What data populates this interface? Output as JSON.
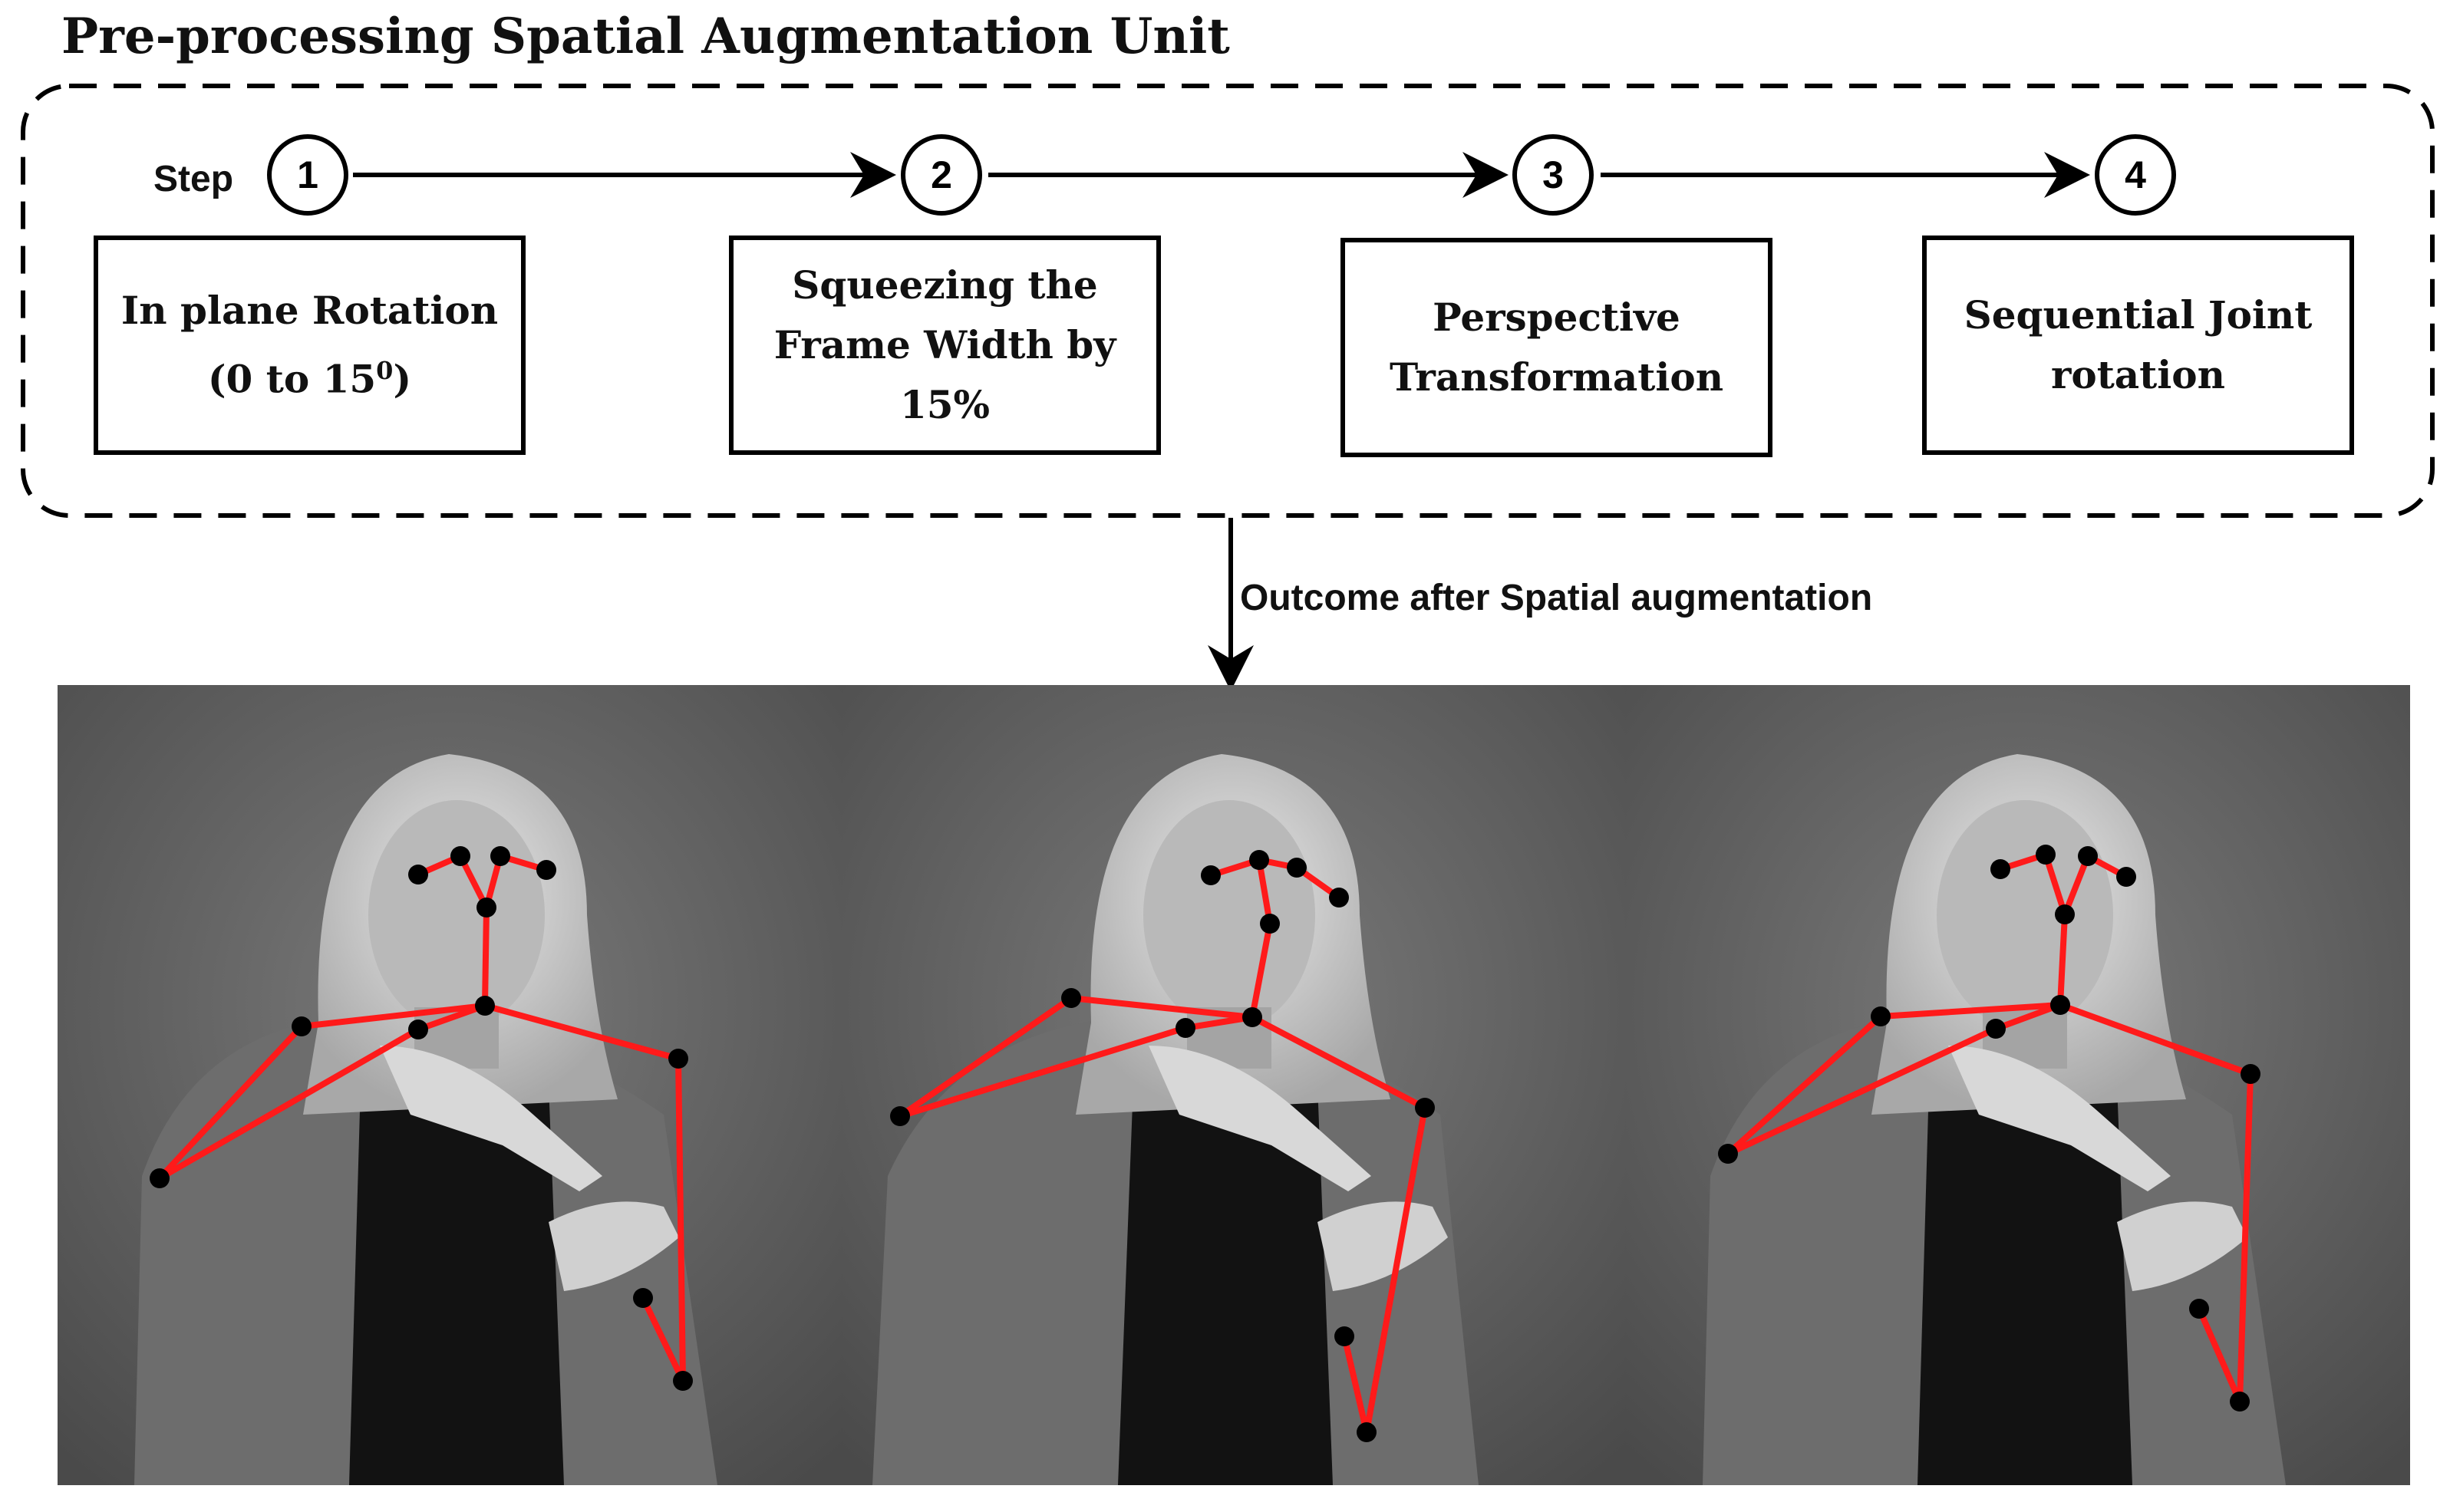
{
  "title": "Pre-processing Spatial Augmentation Unit",
  "step_label": "Step",
  "steps": [
    {
      "number": "1",
      "lines": [
        "In plane Rotation",
        "(0 to 15",
        "0",
        ")"
      ]
    },
    {
      "number": "2",
      "lines": [
        "Squeezing the",
        "Frame Width by",
        "15%"
      ]
    },
    {
      "number": "3",
      "lines": [
        "Perspective",
        "Transformation"
      ]
    },
    {
      "number": "4",
      "lines": [
        "Sequential Joint",
        "rotation"
      ]
    }
  ],
  "outcome_label": "Outcome after Spatial augmentation",
  "colors": {
    "skeleton": "#ff1a1a",
    "joint": "#000000",
    "frame": "#000000"
  },
  "image_panels": [
    {
      "name": "augmented-frame-1"
    },
    {
      "name": "augmented-frame-2"
    },
    {
      "name": "augmented-frame-3"
    }
  ]
}
